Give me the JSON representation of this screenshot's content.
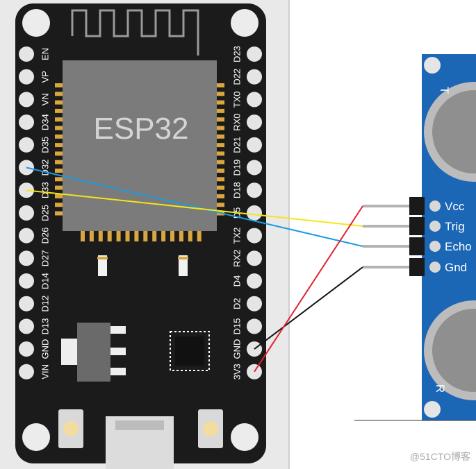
{
  "board": {
    "chip_label": "ESP32",
    "left_pins": [
      "EN",
      "VP",
      "VN",
      "D34",
      "D35",
      "D32",
      "D33",
      "D25",
      "D26",
      "D27",
      "D14",
      "D12",
      "D13",
      "GND",
      "VIN"
    ],
    "right_pins": [
      "D23",
      "D22",
      "TX0",
      "RX0",
      "D21",
      "D19",
      "D18",
      "D5",
      "TX2",
      "RX2",
      "D4",
      "D2",
      "D15",
      "GND",
      "3V3"
    ]
  },
  "sensor": {
    "pins": [
      "Vcc",
      "Trig",
      "Echo",
      "Gnd"
    ],
    "corner_marks": [
      "T",
      "R"
    ]
  },
  "wires": [
    {
      "from": "D32",
      "to": "Echo",
      "color": "#1e9be0"
    },
    {
      "from": "D33",
      "to": "Trig",
      "color": "#f3e61a"
    },
    {
      "from": "GND",
      "to": "Gnd",
      "color": "#111111"
    },
    {
      "from": "3V3",
      "to": "Vcc",
      "color": "#e0232d"
    }
  ],
  "colors": {
    "board": "#1b1b1b",
    "chip": "#7b7b7b",
    "sensor": "#1c66b6"
  },
  "watermark": "@51CTO博客"
}
